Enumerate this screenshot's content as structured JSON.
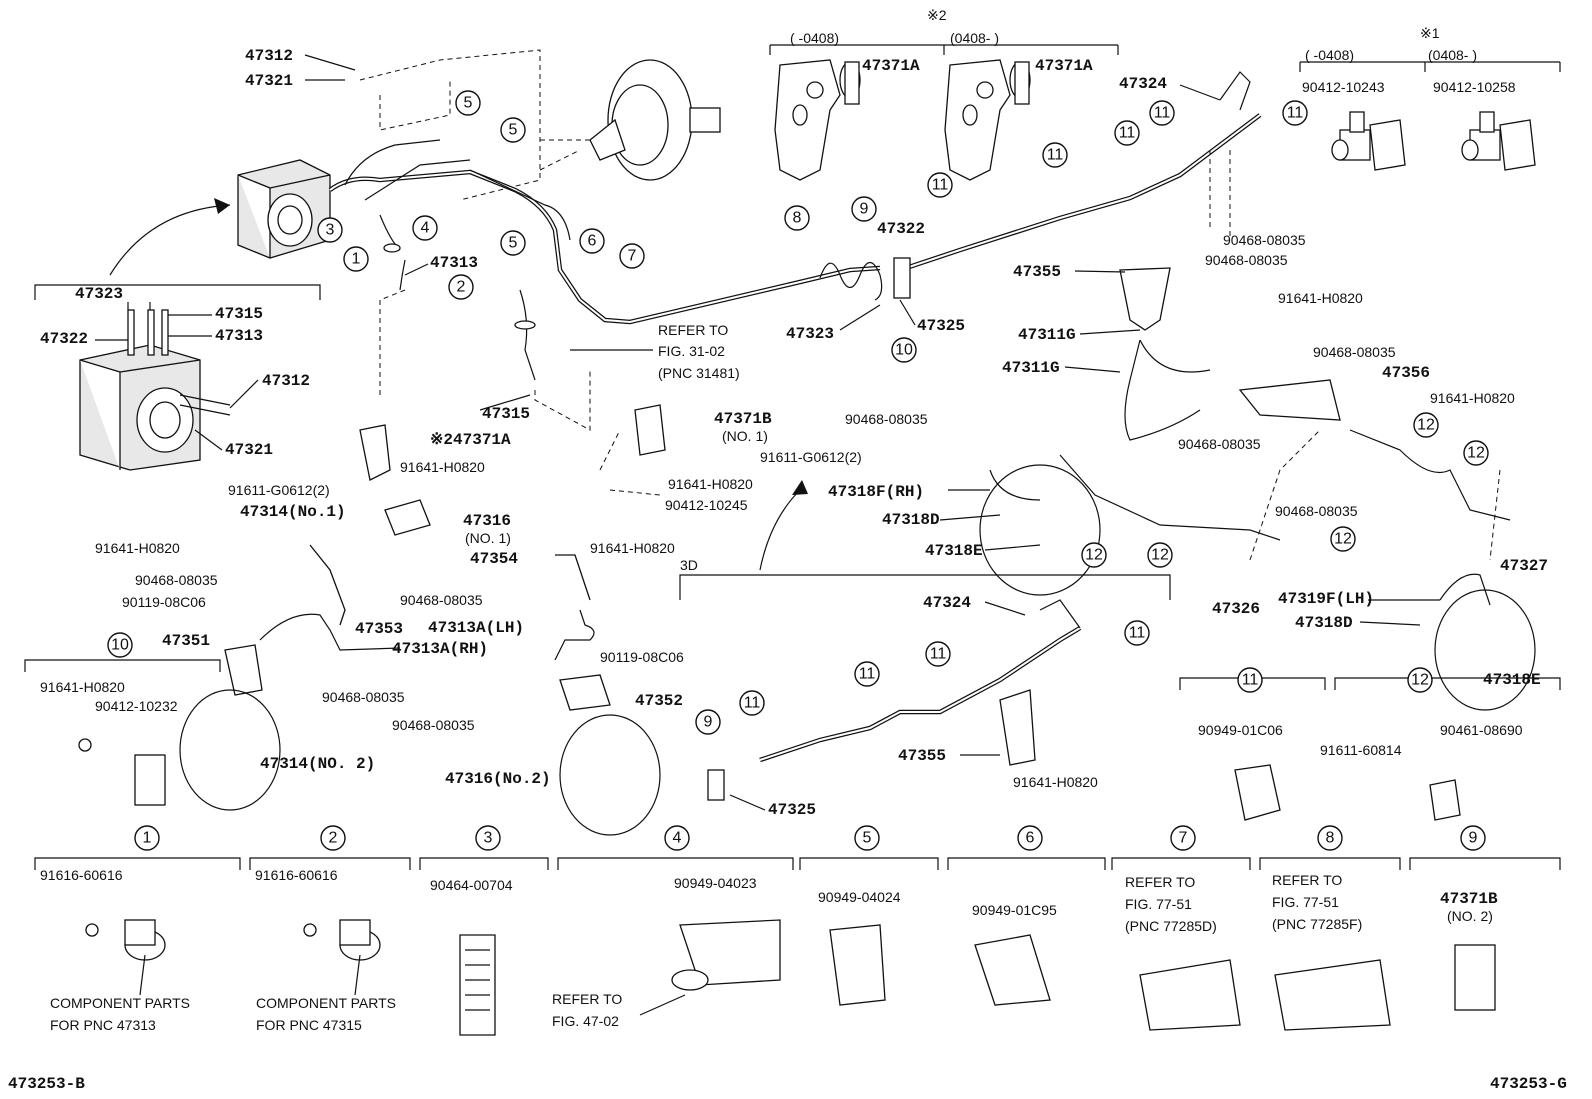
{
  "diagram": {
    "code_left": "473253-B",
    "code_right": "473253-G"
  },
  "refs": {
    "fig31": [
      "REFER TO",
      "FIG. 31-02",
      "(PNC 31481)"
    ],
    "fig47": [
      "REFER TO",
      "FIG. 47-02"
    ],
    "fig77d": [
      "REFER TO",
      "FIG. 77-51",
      "(PNC 77285D)"
    ],
    "fig77f": [
      "REFER TO",
      "FIG. 77-51",
      "(PNC 77285F)"
    ],
    "comp1": [
      "COMPONENT PARTS",
      "FOR PNC 47313"
    ],
    "comp2": [
      "COMPONENT PARTS",
      "FOR PNC 47315"
    ]
  },
  "notes": {
    "n1": "※1",
    "n2": "※2",
    "n2_a": "(     -0408)",
    "n2_b": "(0408-         )",
    "n1_a": "(     -0408)",
    "n1_b": "(0408-         )",
    "three_d": "3D"
  },
  "labels": {
    "p47312_top": "47312",
    "p47321_top": "47321",
    "p47323_l": "47323",
    "p47322_l": "47322",
    "p47315_l": "47315",
    "p47313_l": "47313",
    "p47312_l": "47312",
    "p47321_l": "47321",
    "p47313_c": "47313",
    "p47315_c": "47315",
    "p47371a_l": "※247371A",
    "p91611_l": "91611-G0612(2)",
    "p91641_l1": "91641-H0820",
    "p47314_1": "47314(No.1)",
    "p91641_l2": "91641-H0820",
    "p90468_l1": "90468-08035",
    "p90119_l": "90119-08C06",
    "p47351": "47351",
    "p47353": "47353",
    "p47313a_rh": "47313A(RH)",
    "p90468_l2": "90468-08035",
    "p47314_2": "47314(NO. 2)",
    "p47371b_1": "47371B",
    "p47371b_1n": "(NO. 1)",
    "p91611_c": "91611-G0612(2)",
    "p91641_c1": "91641-H0820",
    "p90412_c": "90412-10245",
    "p47316_1": "47316",
    "p47316_1n": "(NO. 1)",
    "p47354": "47354",
    "p91641_c2": "91641-H0820",
    "p90468_c1": "90468-08035",
    "p47313a_lh": "47313A(LH)",
    "p90119_c": "90119-08C06",
    "p47352": "47352",
    "p90468_c2": "90468-08035",
    "p47316_2": "47316(No.2)",
    "p47371a_t1": "47371A",
    "p47371a_t2": "47371A",
    "p47322_c": "47322",
    "p47323_c": "47323",
    "p47325_c": "47325",
    "p47324_t": "47324",
    "p90412_r1": "90412-10243",
    "p90412_r2": "90412-10258",
    "p90468_r1": "90468-08035",
    "p47355_r": "47355",
    "p90468_r2": "90468-08035",
    "p91641_r1": "91641-H0820",
    "p47311g_1": "47311G",
    "p47311g_2": "47311G",
    "p90468_r3": "90468-08035",
    "p47356": "47356",
    "p91641_r2": "91641-H0820",
    "p90468_r4": "90468-08035",
    "p90468_m1": "90468-08035",
    "p47318f_rh": "47318F(RH)",
    "p47318d_m": "47318D",
    "p47318e_m": "47318E",
    "p90468_r5": "90468-08035",
    "p47327": "47327",
    "p47326": "47326",
    "p47319f_lh": "47319F(LH)",
    "p47318d_r": "47318D",
    "p47318e_r": "47318E",
    "p47324_b": "47324",
    "p47355_b": "47355",
    "p91641_b": "91641-H0820",
    "p47325_b": "47325",
    "p90949_01c06": "90949-01C06",
    "p90461": "90461-08690",
    "p91611_60814": "91611-60814",
    "p91641_10": "91641-H0820",
    "p90412_10232": "90412-10232",
    "k1_91616": "91616-60616",
    "k2_91616": "91616-60616",
    "k3_90464": "90464-00704",
    "k4_90949": "90949-04023",
    "k5_90949": "90949-04024",
    "k6_90949": "90949-01C95",
    "k9_47371b": "47371B",
    "k9_47371b_n": "(NO. 2)"
  },
  "callouts": {
    "c1": "1",
    "c2": "2",
    "c3": "3",
    "c4": "4",
    "c5": "5",
    "c6": "6",
    "c7": "7",
    "c8": "8",
    "c9": "9",
    "c10": "10",
    "c11": "11",
    "c12": "12"
  }
}
